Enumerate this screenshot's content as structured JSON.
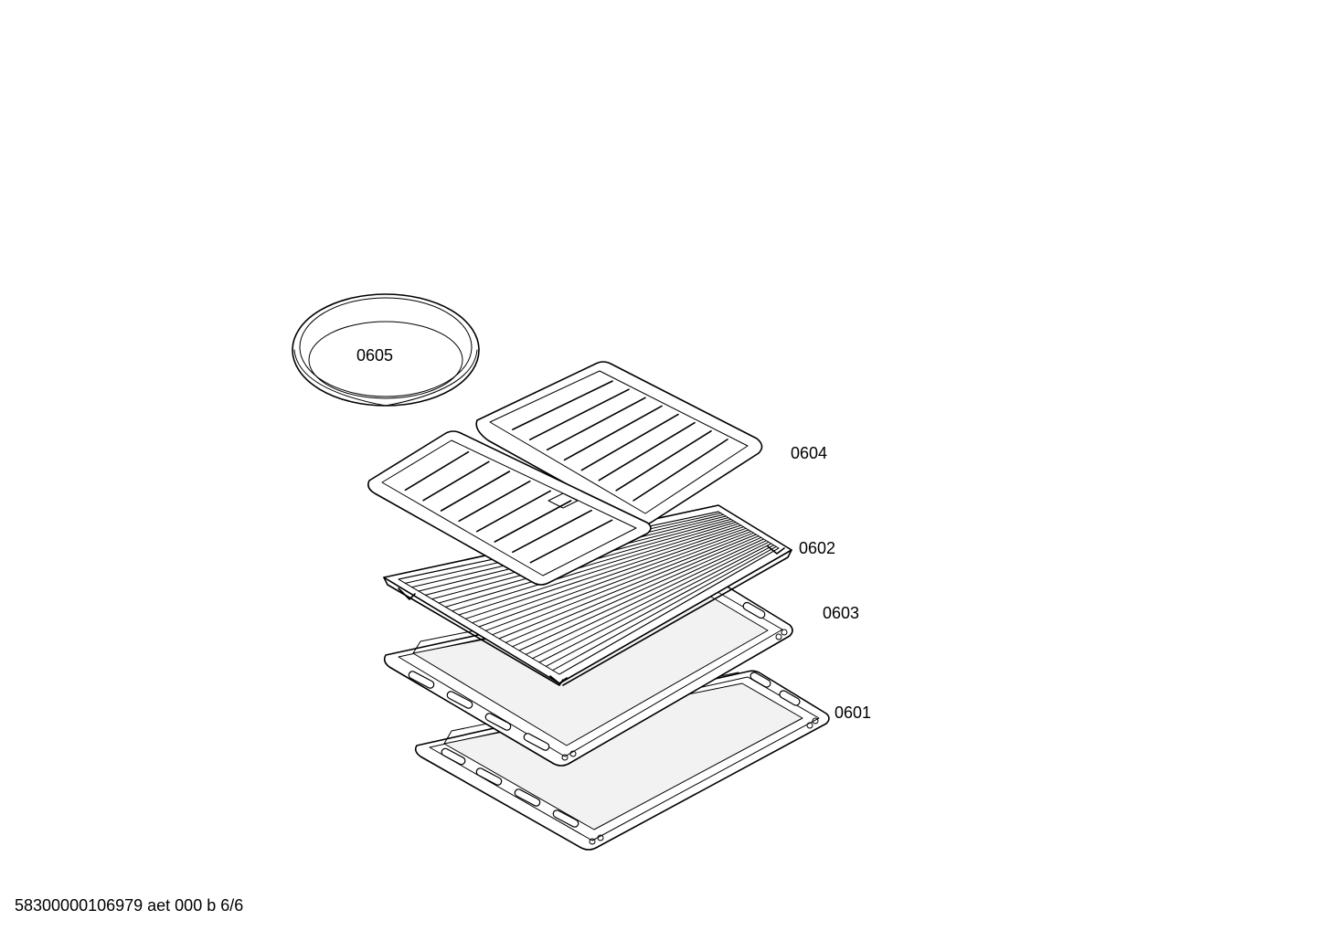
{
  "parts": [
    {
      "id": "tray-deep",
      "label": "0601"
    },
    {
      "id": "wire-rack",
      "label": "0602"
    },
    {
      "id": "tray-flat",
      "label": "0603"
    },
    {
      "id": "grill-insert",
      "label": "0604"
    },
    {
      "id": "round-pan",
      "label": "0605"
    }
  ],
  "footer": "58300000106979 aet 000 b 6/6"
}
